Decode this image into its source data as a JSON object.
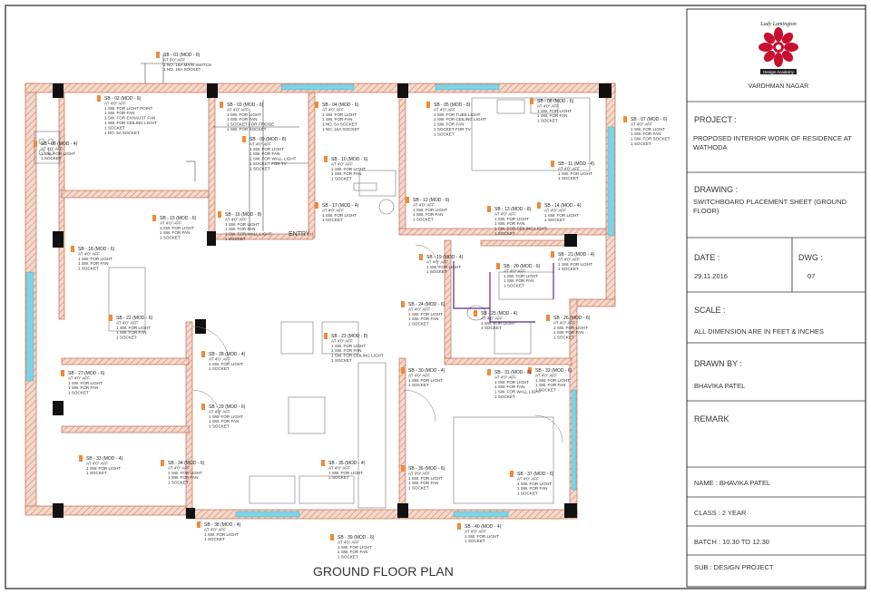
{
  "plan": {
    "title": "GROUND FLOOR PLAN",
    "entry_label": "ENTRY",
    "switchboards": [
      {
        "title": "SB - 01 (MOD - 6)",
        "lines": [
          "AT 5'0\" AFF",
          "1 NO. 16A MAIN SWITCH",
          "1 NO. 16A SOCKET"
        ]
      },
      {
        "title": "SB - 02 (MOD - 6)",
        "lines": [
          "AT 4'0\" AFF",
          "1 SW. FOR LIGHT POINT",
          "1 SW. FOR FAN",
          "1 SW. FOR EXHAUST FAN",
          "1 SW. FOR CEILING LIGHT",
          "1 SOCKET",
          "1 NO. 5A SOCKET"
        ]
      },
      {
        "title": "SB - 03 (MOD - 6)",
        "lines": [
          "AT 4'0\" AFF",
          "1 SW. FOR LIGHT",
          "1 SW. FOR FAN",
          "1 SOCKET FOR FRIDGE",
          "1 SW. FOR SOCKET"
        ]
      },
      {
        "title": "SB - 04 (MOD - 6)",
        "lines": [
          "AT 4'0\" AFF",
          "1 SW. FOR LIGHT",
          "1 SW. FOR FAN",
          "1 NO. 5A SOCKET",
          "1 NO. 16A SOCKET"
        ]
      },
      {
        "title": "SB - 05 (MOD - 8)",
        "lines": [
          "AT 4'0\" AFF",
          "1 SW. FOR TUBE LIGHT",
          "1 SW. FOR CEILING LIGHT",
          "1 SW. FOR FAN",
          "1 SOCKET FOR TV",
          "1 SOCKET"
        ]
      },
      {
        "title": "SB - 06 (MOD - 6)",
        "lines": [
          "AT 4'0\" AFF",
          "1 SW. FOR LIGHT",
          "1 SW. FOR FAN",
          "1 SOCKET"
        ]
      },
      {
        "title": "SB - 07 (MOD - 6)",
        "lines": [
          "AT 4'0\" AFF",
          "1 SW. FOR LIGHT",
          "1 SW. FOR FAN",
          "1 SW. FOR SOCKET",
          "1 SOCKET"
        ]
      },
      {
        "title": "SB - 08 (MOD - 4)",
        "lines": [
          "AT 4'0\" AFF",
          "1 SW. FOR LIGHT",
          "1 SOCKET"
        ]
      },
      {
        "title": "SB - 09 (MOD - 8)",
        "lines": [
          "AT 4'0\" AFF",
          "1 SW. FOR LIGHT",
          "1 SW. FOR FAN",
          "1 SW. FOR WALL LIGHT",
          "1 SOCKET FOR TV",
          "1 SOCKET"
        ]
      },
      {
        "title": "SB - 10 (MOD - 6)",
        "lines": [
          "AT 4'0\" AFF",
          "1 SW. FOR LIGHT",
          "1 SW. FOR FAN",
          "1 SOCKET"
        ]
      },
      {
        "title": "SB - 11 (MOD - 4)",
        "lines": [
          "AT 4'0\" AFF",
          "1 SW. FOR LIGHT",
          "1 SOCKET"
        ]
      },
      {
        "title": "SB - 12 (MOD - 6)",
        "lines": [
          "AT 4'0\" AFF",
          "1 SW. FOR LIGHT",
          "1 SW. FOR FAN",
          "1 SOCKET"
        ]
      },
      {
        "title": "SB - 13 (MOD - 8)",
        "lines": [
          "AT 4'0\" AFF",
          "1 SW. FOR LIGHT",
          "1 SW. FOR FAN",
          "1 SW. FOR CEILING LIGHT",
          "1 SOCKET"
        ]
      },
      {
        "title": "SB - 14 (MOD - 4)",
        "lines": [
          "AT 4'0\" AFF",
          "1 SW. FOR LIGHT",
          "1 SOCKET"
        ]
      },
      {
        "title": "SB - 15 (MOD - 6)",
        "lines": [
          "AT 4'0\" AFF",
          "1 SW. FOR LIGHT",
          "1 SW. FOR FAN",
          "1 SOCKET"
        ]
      },
      {
        "title": "SB - 16 (MOD - 8)",
        "lines": [
          "AT 4'0\" AFF",
          "1 SW. FOR LIGHT",
          "1 SW. FOR FAN",
          "1 SW. FOR WALL LIGHT",
          "1 SOCKET"
        ]
      },
      {
        "title": "SB - 17 (MOD - 4)",
        "lines": [
          "AT 4'0\" AFF",
          "1 SW. FOR LIGHT",
          "1 SOCKET"
        ]
      },
      {
        "title": "SB - 18 (MOD - 6)",
        "lines": [
          "AT 4'0\" AFF",
          "1 SW. FOR LIGHT",
          "1 SW. FOR FAN",
          "1 SOCKET"
        ]
      },
      {
        "title": "SB - 19 (MOD - 4)",
        "lines": [
          "AT 4'0\" AFF",
          "1 SW. FOR LIGHT",
          "1 SOCKET"
        ]
      },
      {
        "title": "SB - 20 (MOD - 6)",
        "lines": [
          "AT 4'0\" AFF",
          "1 SW. FOR LIGHT",
          "1 SW. FOR FAN",
          "1 SOCKET"
        ]
      },
      {
        "title": "SB - 21 (MOD - 4)",
        "lines": [
          "AT 4'0\" AFF",
          "1 SW. FOR LIGHT",
          "1 SOCKET"
        ]
      },
      {
        "title": "SB - 22 (MOD - 6)",
        "lines": [
          "AT 4'0\" AFF",
          "1 SW. FOR LIGHT",
          "1 SW. FOR FAN",
          "1 SOCKET"
        ]
      },
      {
        "title": "SB - 23 (MOD - 8)",
        "lines": [
          "AT 4'0\" AFF",
          "1 SW. FOR LIGHT",
          "1 SW. FOR FAN",
          "1 SW. FOR CEILING LIGHT",
          "1 SOCKET"
        ]
      },
      {
        "title": "SB - 24 (MOD - 6)",
        "lines": [
          "AT 4'0\" AFF",
          "1 SW. FOR LIGHT",
          "1 SW. FOR FAN",
          "1 SOCKET"
        ]
      },
      {
        "title": "SB - 25 (MOD - 4)",
        "lines": [
          "AT 4'0\" AFF",
          "1 SW. FOR LIGHT",
          "1 SOCKET"
        ]
      },
      {
        "title": "SB - 26 (MOD - 6)",
        "lines": [
          "AT 4'0\" AFF",
          "1 SW. FOR LIGHT",
          "1 SW. FOR FAN",
          "1 SOCKET"
        ]
      },
      {
        "title": "SB - 27 (MOD - 6)",
        "lines": [
          "AT 4'0\" AFF",
          "1 SW. FOR LIGHT",
          "1 SW. FOR FAN",
          "1 SOCKET"
        ]
      },
      {
        "title": "SB - 28 (MOD - 4)",
        "lines": [
          "AT 4'0\" AFF",
          "1 SW. FOR LIGHT",
          "1 SOCKET"
        ]
      },
      {
        "title": "SB - 29 (MOD - 6)",
        "lines": [
          "AT 4'0\" AFF",
          "1 SW. FOR LIGHT",
          "1 SW. FOR FAN",
          "1 SOCKET"
        ]
      },
      {
        "title": "SB - 30 (MOD - 4)",
        "lines": [
          "AT 4'0\" AFF",
          "1 SW. FOR LIGHT",
          "1 SOCKET"
        ]
      },
      {
        "title": "SB - 31 (MOD - 8)",
        "lines": [
          "AT 4'0\" AFF",
          "1 SW. FOR LIGHT",
          "1 SW. FOR FAN",
          "1 SW. FOR WALL LIGHT",
          "1 SOCKET"
        ]
      },
      {
        "title": "SB - 32 (MOD - 6)",
        "lines": [
          "AT 4'0\" AFF",
          "1 SW. FOR LIGHT",
          "1 SW. FOR FAN",
          "1 SOCKET"
        ]
      },
      {
        "title": "SB - 33 (MOD - 4)",
        "lines": [
          "AT 4'0\" AFF",
          "1 SW. FOR LIGHT",
          "1 SOCKET"
        ]
      },
      {
        "title": "SB - 34 (MOD - 6)",
        "lines": [
          "AT 4'0\" AFF",
          "1 SW. FOR LIGHT",
          "1 SW. FOR FAN",
          "1 SOCKET"
        ]
      },
      {
        "title": "SB - 35 (MOD - 4)",
        "lines": [
          "AT 4'0\" AFF",
          "1 SW. FOR LIGHT",
          "1 SOCKET"
        ]
      },
      {
        "title": "SB - 36 (MOD - 6)",
        "lines": [
          "AT 4'0\" AFF",
          "1 SW. FOR LIGHT",
          "1 SW. FOR FAN",
          "1 SOCKET"
        ]
      },
      {
        "title": "SB - 37 (MOD - 6)",
        "lines": [
          "AT 4'0\" AFF",
          "1 SW. FOR LIGHT",
          "1 SW. FOR FAN",
          "1 SOCKET"
        ]
      },
      {
        "title": "SB - 38 (MOD - 4)",
        "lines": [
          "AT 4'0\" AFF",
          "1 SW. FOR LIGHT",
          "1 SOCKET"
        ]
      },
      {
        "title": "SB - 39 (MOD - 6)",
        "lines": [
          "AT 4'0\" AFF",
          "1 SW. FOR LIGHT",
          "1 SW. FOR FAN",
          "1 SOCKET"
        ]
      },
      {
        "title": "SB - 40 (MOD - 4)",
        "lines": [
          "AT 4'0\" AFF",
          "1 SW. FOR LIGHT",
          "1 SOCKET"
        ]
      }
    ]
  },
  "title_block": {
    "logo_text_lines": [
      "Lady Lamington",
      "Design Academy",
      "VARDHMAN NAGAR"
    ],
    "location": "VARDHMAN NAGAR",
    "project_label": "PROJECT :",
    "project_value": "PROPOSED INTERIOR WORK OF RESIDENCE AT WATHODA",
    "drawing_label": "DRAWING :",
    "drawing_value": "SWITCHBOARD PLACEMENT SHEET (GROUND FLOOR)",
    "date_label": "DATE :",
    "date_value": "29.11.2016",
    "dwg_label": "DWG :",
    "dwg_value": "07",
    "scale_label": "SCALE :",
    "scale_value": "ALL DIMENSION ARE IN FEET & INCHES",
    "drawn_by_label": "DRAWN BY :",
    "drawn_by_value": "BHAVIKA PATEL",
    "remark_label": "REMARK",
    "name_line": "NAME : BHAVIKA PATEL",
    "class_line": "CLASS : 2 YEAR",
    "batch_line": "BATCH : 10.30 TO 12.30",
    "sub_line": "SUB : DESIGN PROJECT"
  },
  "colors": {
    "wall_fill": "#f3d8cc",
    "wall_hatch": "#d9734f",
    "column": "#111111",
    "window": "#7fd3e4",
    "switch_marker": "#f08a3a",
    "conduit": "#5b2a86",
    "line": "#333333"
  }
}
